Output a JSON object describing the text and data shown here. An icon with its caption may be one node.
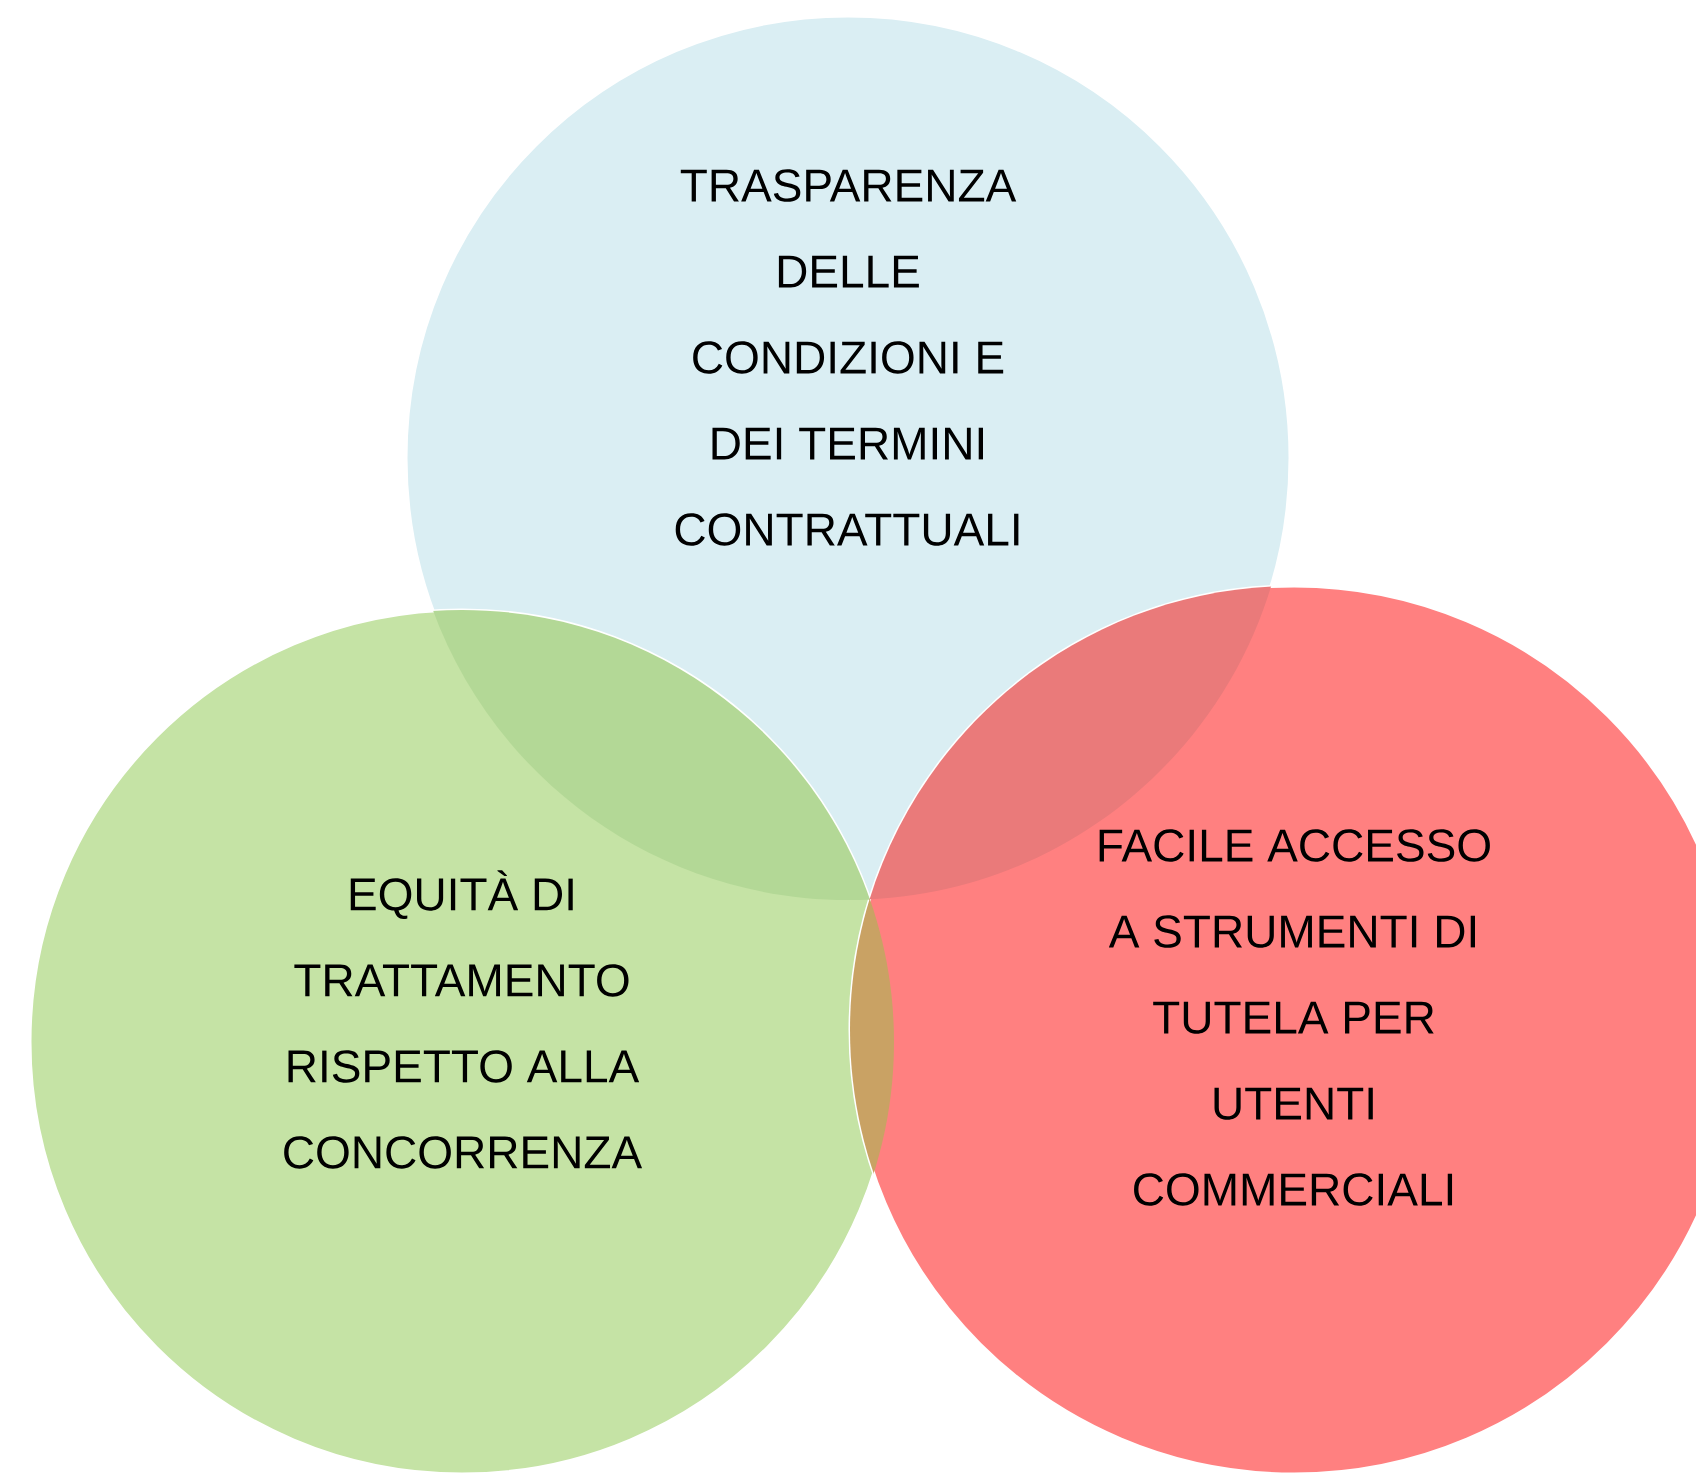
{
  "diagram": {
    "nodes": [
      {
        "text": [
          "TRASPARENZA DELLE CONDIZIONI E DEI TERMINI CONTRATTUALI"
        ]
      },
      {
        "text": [
          "EQUITÀ DI TRATTAMENTO RISPETTO ALLA CONCORRENZA"
        ]
      },
      {
        "text": [
          "FACILE ACCESSO A STRUMENTI DI TUTELA PER UTENTI COMMERCIALI"
        ]
      }
    ]
  }
}
